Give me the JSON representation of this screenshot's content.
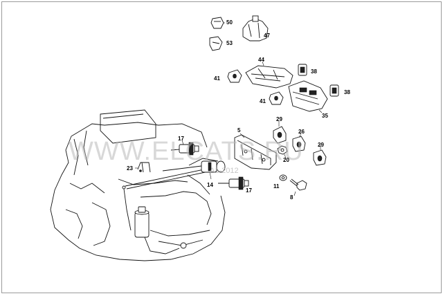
{
  "watermark": {
    "main": "WWW.ELCATS.RU",
    "sub": "A1-2012"
  },
  "labels": {
    "l50": "50",
    "l47": "47",
    "l53": "53",
    "l44": "44",
    "l41a": "41",
    "l41b": "41",
    "l38a": "38",
    "l38b": "38",
    "l35": "35",
    "l29a": "29",
    "l29b": "29",
    "l26": "26",
    "l5": "5",
    "l20": "20",
    "l17a": "17",
    "l17b": "17",
    "l23": "23",
    "l14": "14",
    "l11": "11",
    "l8": "8"
  }
}
